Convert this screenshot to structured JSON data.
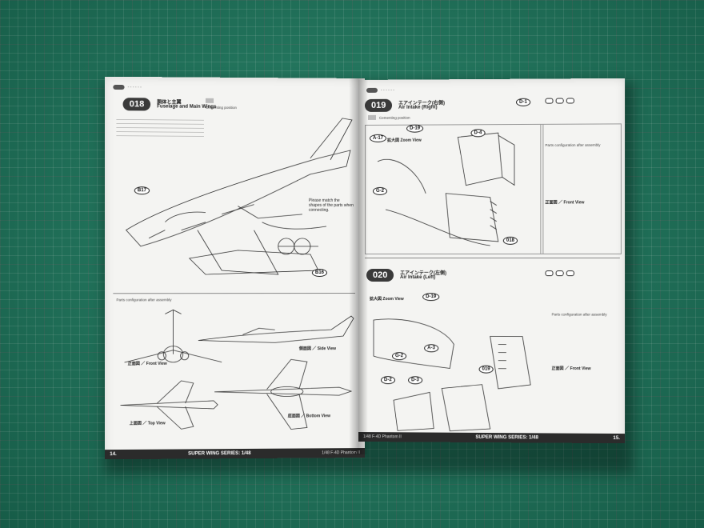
{
  "left_page": {
    "step": "018",
    "title_jp": "胴体と主翼",
    "title_en": "Fuselage and Main Wings",
    "legend_text": "Cementing position",
    "callout_right": "Please match the shapes of the parts when connecting.",
    "part_labels": [
      "B17",
      "B16"
    ],
    "config_text": "Parts configuration after assembly",
    "views": {
      "front": "正面図 ／ Front View",
      "side": "側面図 ／ Side View",
      "top": "上面図 ／ Top View",
      "bottom": "底面図 ／ Bottom View"
    },
    "page_number": "14.",
    "series": "SUPER WING SERIES: 1/48",
    "model": "1/48 F-4D Phantom II"
  },
  "right_page": {
    "step_a": "019",
    "title_a_jp": "エアインテーク(右側)",
    "title_a_en": "Air Intake (Right)",
    "legend_text": "Cementing position",
    "zoom_view": "拡大図 Zoom View",
    "config_text": "Parts configuration after assembly",
    "front_view": "正面図 ／ Front View",
    "step_b": "020",
    "title_b_jp": "エアインテーク(左側)",
    "title_b_en": "Air Intake (Left)",
    "parts_a": [
      "A-17",
      "D-19",
      "D-4",
      "D-1",
      "G-2"
    ],
    "parts_b": [
      "D-19",
      "G-2",
      "A-3",
      "D-2",
      "D-3"
    ],
    "label_019": "019",
    "label_018": "018",
    "page_number": "15.",
    "series": "SUPER WING SERIES: 1/48",
    "model": "1/48 F-4D Phantom II"
  }
}
